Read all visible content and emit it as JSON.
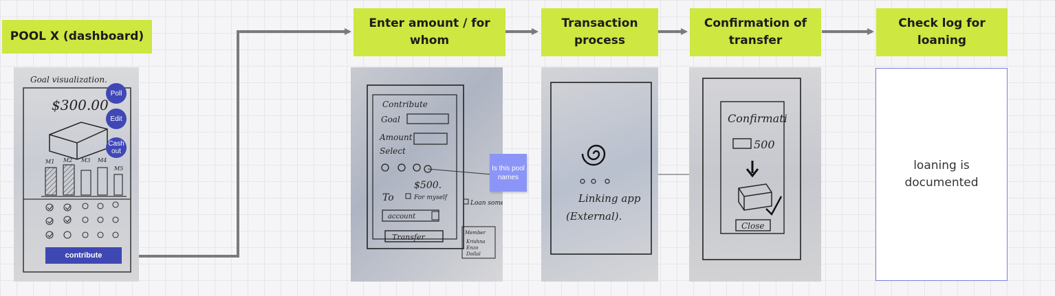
{
  "steps": [
    {
      "title": "POOL X (dashboard)"
    },
    {
      "title": "Enter amount / for whom"
    },
    {
      "title": "Transaction process"
    },
    {
      "title": "Confirmation of transfer"
    },
    {
      "title": "Check log for loaning"
    }
  ],
  "dashboard_sketch": {
    "heading": "Goal visualization.",
    "amount": "$300.00",
    "buttons": {
      "poll": "Poll",
      "edit": "Edit",
      "cashout": "Cash out"
    },
    "bar_labels": [
      "M1",
      "M2",
      "M3",
      "M4",
      "M5"
    ],
    "contribute": "contribute"
  },
  "amount_sketch": {
    "title": "Contribute",
    "goal": "Goal",
    "amount": "Amount",
    "select": "Select",
    "value": "$500.",
    "to": "To",
    "for_myself": "For myself",
    "loan": "Loan some one",
    "account": "account",
    "transfer": "Transfer",
    "member": "Member",
    "names": [
      "Krishna",
      "Enzo",
      "Dollal"
    ]
  },
  "sticky_note": "Is this pool names",
  "transaction_sketch": {
    "line1": "Linking app",
    "line2": "(External)."
  },
  "confirmation_sketch": {
    "title": "Confirmati",
    "amount": "500",
    "close": "Close"
  },
  "log_note": "loaning is documented",
  "colors": {
    "label_bg": "#cee741",
    "accent": "#3f48b2",
    "sticky": "#8b95f7",
    "connector": "#7a7a7a"
  }
}
